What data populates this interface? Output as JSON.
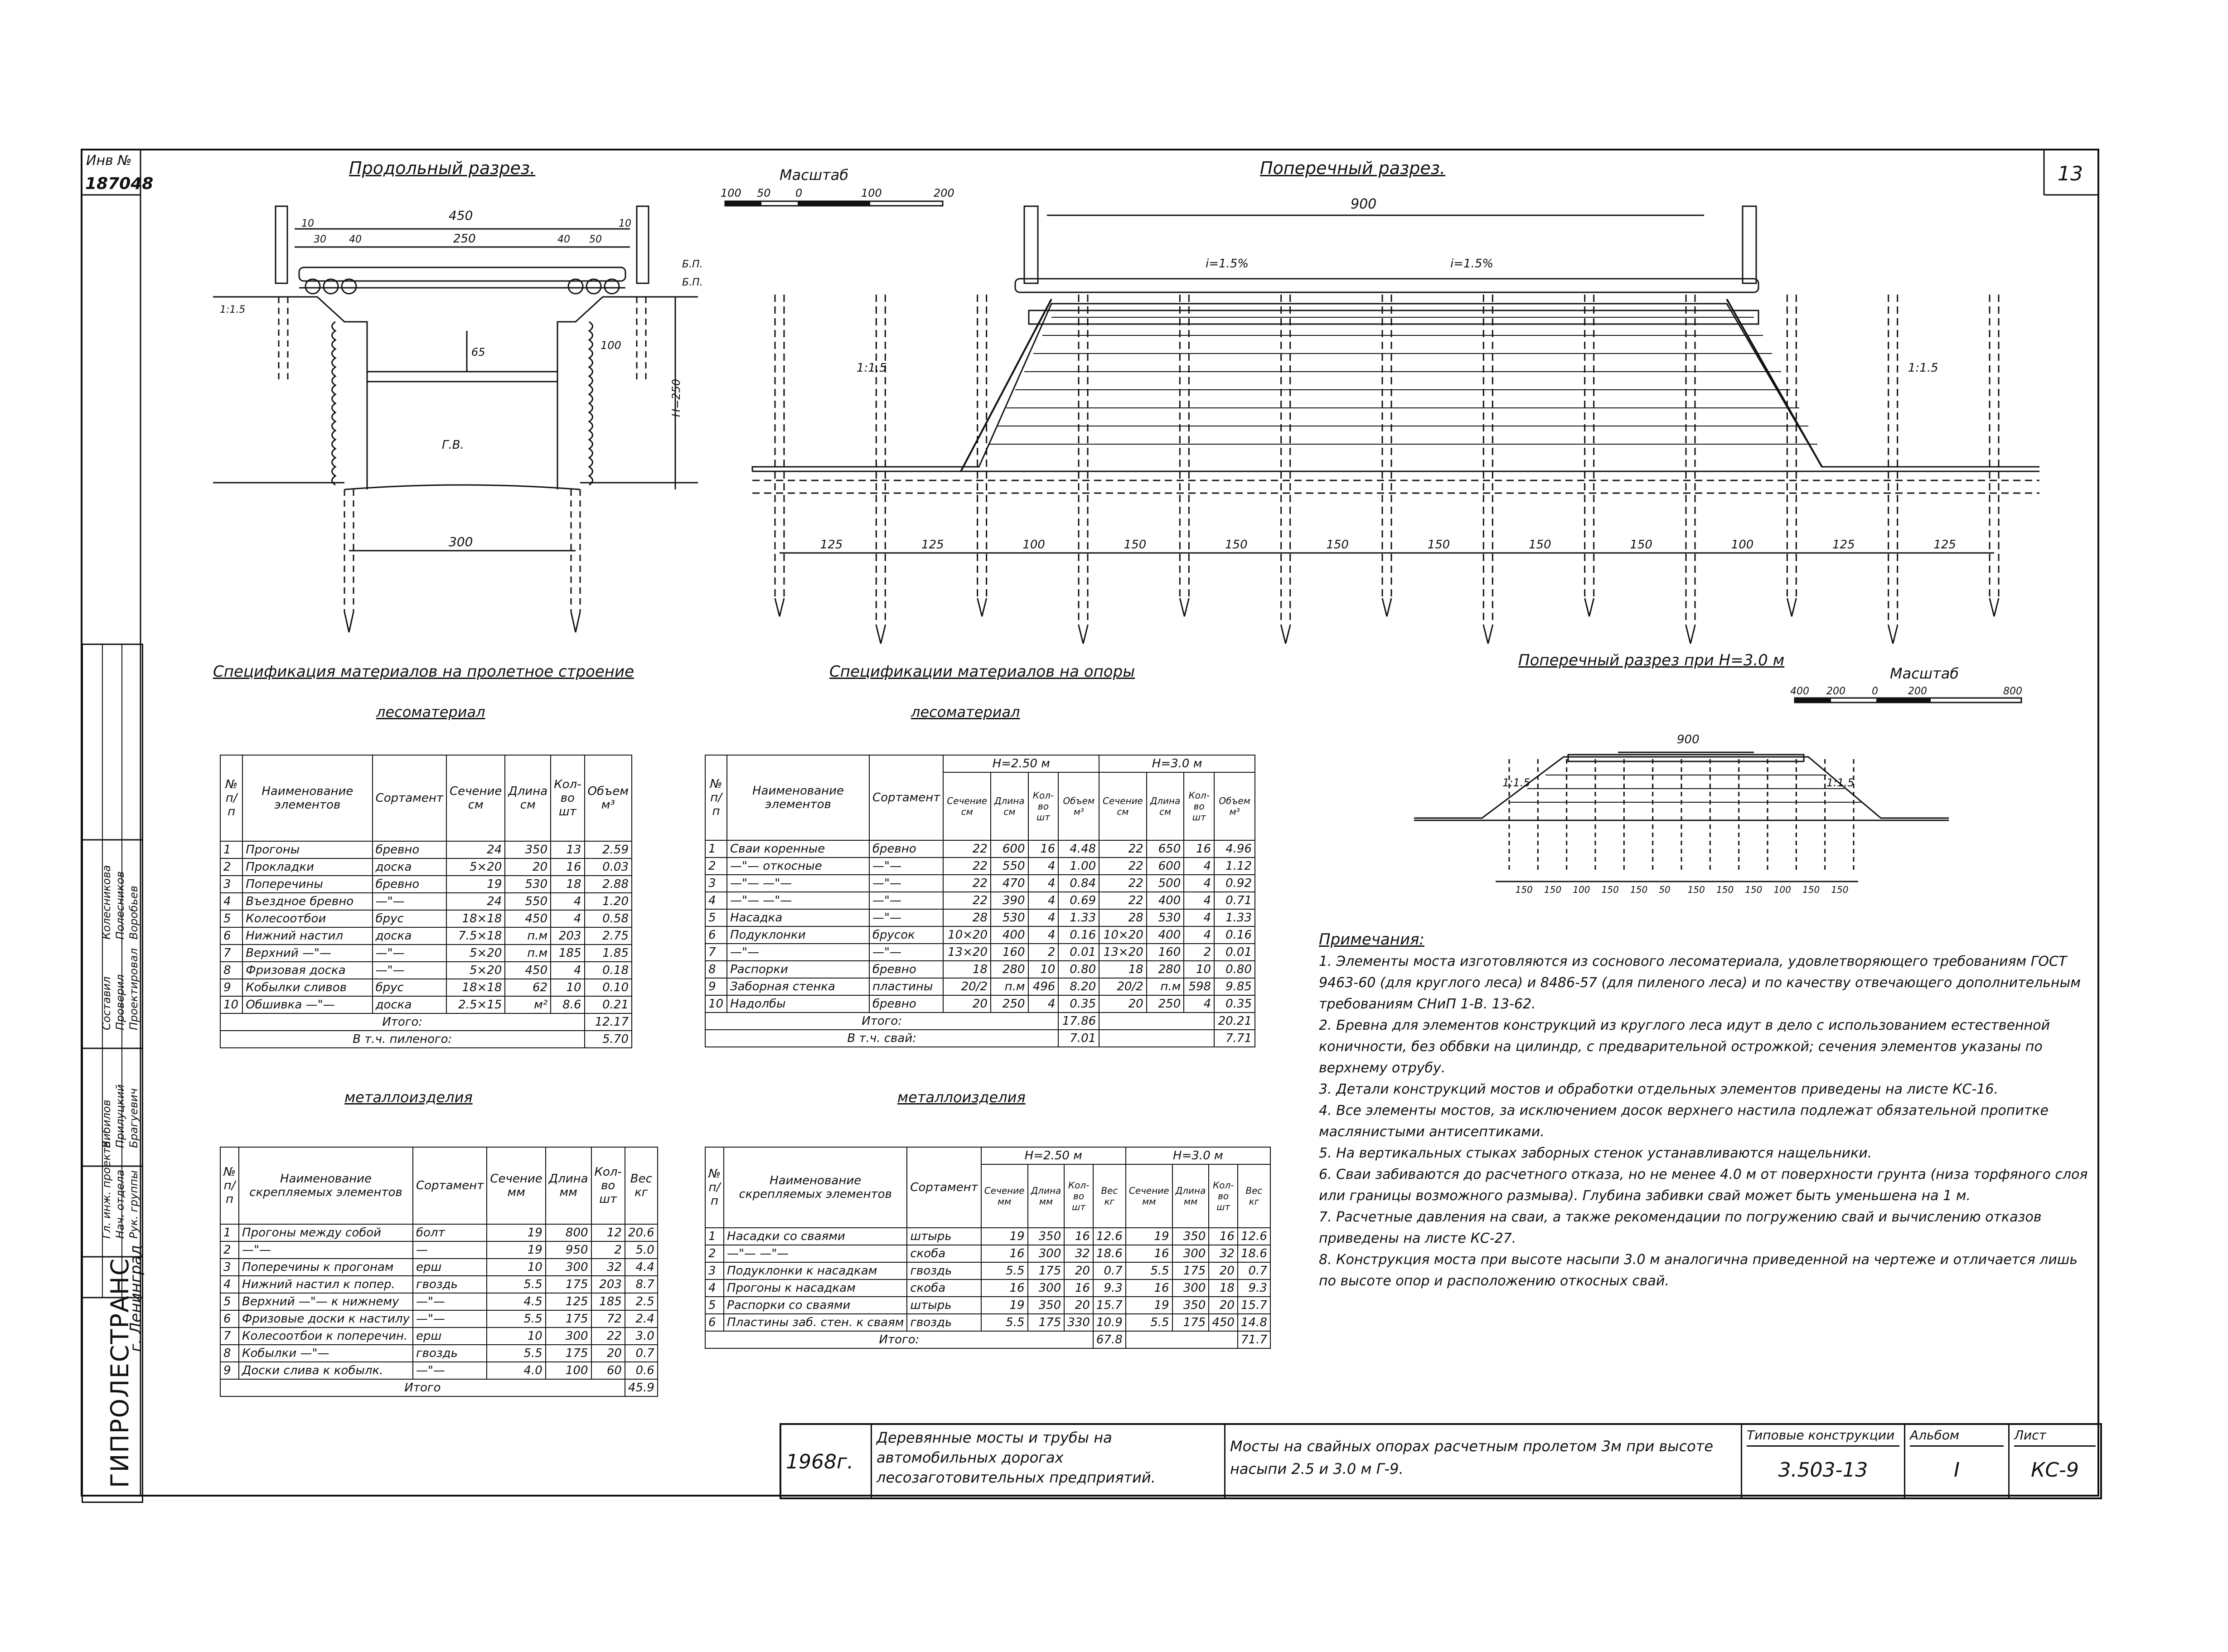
{
  "sheet": {
    "inv_label": "Инв №",
    "inv_number": "187048",
    "org": "ГИПРОЛЕСТРАНС",
    "city": "г. Ленинград",
    "corner_mark": "13",
    "stamp_roles": [
      "Рук. группы",
      "Нач. отдела",
      "Гл. инж. проекта",
      "Проектировал",
      "Проверил",
      "Составил"
    ],
    "stamp_names": [
      "Брагуевич",
      "Прилуцкий",
      "Вибилов",
      "Воробьев",
      "Полесников",
      "Колесникова"
    ]
  },
  "drawings": {
    "longitudinal": {
      "title": "Продольный разрез.",
      "dims": [
        "450",
        "10",
        "30",
        "40",
        "250",
        "40",
        "50",
        "10",
        "300",
        "65",
        "100",
        "H=250",
        "1:1.5",
        "Б.П.",
        "Б.П.",
        "Г.В."
      ]
    },
    "scale": {
      "title": "Масштаб",
      "ticks": [
        "100",
        "50",
        "0",
        "100",
        "200"
      ]
    },
    "cross": {
      "title": "Поперечный разрез.",
      "width": "900",
      "slopes": [
        "i=1.5%",
        "i=1.5%",
        "1:1.5",
        "1:1.5"
      ],
      "spacings": [
        "125",
        "125",
        "100",
        "150",
        "150",
        "150",
        "150",
        "150",
        "150",
        "100",
        "125",
        "125"
      ]
    },
    "cross3": {
      "title": "Поперечный разрез при H=3.0 м",
      "scale_title": "Масштаб",
      "scale_ticks": [
        "400",
        "200",
        "0",
        "200",
        "800"
      ],
      "width": "900",
      "slopes": [
        "1:1.5",
        "1:1.5"
      ],
      "spacings": [
        "150",
        "150",
        "100",
        "150",
        "150",
        "50",
        "150",
        "150",
        "150",
        "100",
        "150",
        "150"
      ]
    }
  },
  "spec_span": {
    "title": "Спецификация материалов на пролетное строение",
    "timber_title": "лесоматериал",
    "headers": [
      "№ п/п",
      "Наименование элементов",
      "Сортамент",
      "Сечение см",
      "Длина см",
      "Кол-во шт",
      "Объем м³"
    ],
    "rows": [
      [
        "1",
        "Прогоны",
        "бревно",
        "24",
        "350",
        "13",
        "2.59"
      ],
      [
        "2",
        "Прокладки",
        "доска",
        "5×20",
        "20",
        "16",
        "0.03"
      ],
      [
        "3",
        "Поперечины",
        "бревно",
        "19",
        "530",
        "18",
        "2.88"
      ],
      [
        "4",
        "Въездное бревно",
        "—\"—",
        "24",
        "550",
        "4",
        "1.20"
      ],
      [
        "5",
        "Колесоотбои",
        "брус",
        "18×18",
        "450",
        "4",
        "0.58"
      ],
      [
        "6",
        "Нижний настил",
        "доска",
        "7.5×18",
        "п.м",
        "203",
        "2.75"
      ],
      [
        "7",
        "Верхний —\"—",
        "—\"—",
        "5×20",
        "п.м",
        "185",
        "1.85"
      ],
      [
        "8",
        "Фризовая доска",
        "—\"—",
        "5×20",
        "450",
        "4",
        "0.18"
      ],
      [
        "9",
        "Кобылки сливов",
        "брус",
        "18×18",
        "62",
        "10",
        "0.10"
      ],
      [
        "10",
        "Обшивка —\"—",
        "доска",
        "2.5×15",
        "м²",
        "8.6",
        "0.21"
      ]
    ],
    "total_label": "Итого:",
    "total": "12.17",
    "sawn_label": "В т.ч. пиленого:",
    "sawn": "5.70",
    "metal_title": "металлоизделия",
    "metal_headers": [
      "№ п/п",
      "Наименование скрепляемых элементов",
      "Сортамент",
      "Сечение мм",
      "Длина мм",
      "Кол-во шт",
      "Вес кг"
    ],
    "metal_rows": [
      [
        "1",
        "Прогоны между собой",
        "болт",
        "19",
        "800",
        "12",
        "20.6"
      ],
      [
        "2",
        "—\"—",
        "—",
        "19",
        "950",
        "2",
        "5.0"
      ],
      [
        "3",
        "Поперечины к прогонам",
        "ерш",
        "10",
        "300",
        "32",
        "4.4"
      ],
      [
        "4",
        "Нижний настил к попер.",
        "гвоздь",
        "5.5",
        "175",
        "203",
        "8.7"
      ],
      [
        "5",
        "Верхний —\"— к нижнему",
        "—\"—",
        "4.5",
        "125",
        "185",
        "2.5"
      ],
      [
        "6",
        "Фризовые доски к настилу",
        "—\"—",
        "5.5",
        "175",
        "72",
        "2.4"
      ],
      [
        "7",
        "Колесоотбои к поперечин.",
        "ерш",
        "10",
        "300",
        "22",
        "3.0"
      ],
      [
        "8",
        "Кобылки —\"—",
        "гвоздь",
        "5.5",
        "175",
        "20",
        "0.7"
      ],
      [
        "9",
        "Доски слива к кобылк.",
        "—\"—",
        "4.0",
        "100",
        "60",
        "0.6"
      ]
    ],
    "metal_total_label": "Итого",
    "metal_total": "45.9"
  },
  "spec_pier": {
    "title": "Спецификации материалов на опоры",
    "timber_title": "лесоматериал",
    "group1": "H=2.50 м",
    "group2": "H=3.0 м",
    "headers": [
      "№ п/п",
      "Наименование элементов",
      "Сортамент",
      "Сечение см",
      "Длина см",
      "Кол-во шт",
      "Объем м³",
      "Сечение см",
      "Длина см",
      "Кол-во шт",
      "Объем м³"
    ],
    "rows": [
      [
        "1",
        "Сваи коренные",
        "бревно",
        "22",
        "600",
        "16",
        "4.48",
        "22",
        "650",
        "16",
        "4.96"
      ],
      [
        "2",
        "—\"— откосные",
        "—\"—",
        "22",
        "550",
        "4",
        "1.00",
        "22",
        "600",
        "4",
        "1.12"
      ],
      [
        "3",
        "—\"— —\"—",
        "—\"—",
        "22",
        "470",
        "4",
        "0.84",
        "22",
        "500",
        "4",
        "0.92"
      ],
      [
        "4",
        "—\"— —\"—",
        "—\"—",
        "22",
        "390",
        "4",
        "0.69",
        "22",
        "400",
        "4",
        "0.71"
      ],
      [
        "5",
        "Насадка",
        "—\"—",
        "28",
        "530",
        "4",
        "1.33",
        "28",
        "530",
        "4",
        "1.33"
      ],
      [
        "6",
        "Подуклонки",
        "брусок",
        "10×20",
        "400",
        "4",
        "0.16",
        "10×20",
        "400",
        "4",
        "0.16"
      ],
      [
        "7",
        "—\"—",
        "—\"—",
        "13×20",
        "160",
        "2",
        "0.01",
        "13×20",
        "160",
        "2",
        "0.01"
      ],
      [
        "8",
        "Распорки",
        "бревно",
        "18",
        "280",
        "10",
        "0.80",
        "18",
        "280",
        "10",
        "0.80"
      ],
      [
        "9",
        "Заборная стенка",
        "пластины",
        "20/2",
        "п.м",
        "496",
        "8.20",
        "20/2",
        "п.м",
        "598",
        "9.85"
      ],
      [
        "10",
        "Надолбы",
        "бревно",
        "20",
        "250",
        "4",
        "0.35",
        "20",
        "250",
        "4",
        "0.35"
      ]
    ],
    "total_label": "Итого:",
    "total1": "17.86",
    "total2": "20.21",
    "piles_label": "В т.ч. свай:",
    "piles1": "7.01",
    "piles2": "7.71",
    "metal_title": "металлоизделия",
    "metal_headers": [
      "№ п/п",
      "Наименование скрепляемых элементов",
      "Сортамент",
      "Сечение мм",
      "Длина мм",
      "Кол-во шт",
      "Вес кг",
      "Сечение мм",
      "Длина мм",
      "Кол-во шт",
      "Вес кг"
    ],
    "metal_rows": [
      [
        "1",
        "Насадки со сваями",
        "штырь",
        "19",
        "350",
        "16",
        "12.6",
        "19",
        "350",
        "16",
        "12.6"
      ],
      [
        "2",
        "—\"— —\"—",
        "скоба",
        "16",
        "300",
        "32",
        "18.6",
        "16",
        "300",
        "32",
        "18.6"
      ],
      [
        "3",
        "Подуклонки к насадкам",
        "гвоздь",
        "5.5",
        "175",
        "20",
        "0.7",
        "5.5",
        "175",
        "20",
        "0.7"
      ],
      [
        "4",
        "Прогоны к насадкам",
        "скоба",
        "16",
        "300",
        "16",
        "9.3",
        "16",
        "300",
        "18",
        "9.3"
      ],
      [
        "5",
        "Распорки со сваями",
        "штырь",
        "19",
        "350",
        "20",
        "15.7",
        "19",
        "350",
        "20",
        "15.7"
      ],
      [
        "6",
        "Пластины заб. стен. к сваям",
        "гвоздь",
        "5.5",
        "175",
        "330",
        "10.9",
        "5.5",
        "175",
        "450",
        "14.8"
      ]
    ],
    "metal_total_label": "Итого:",
    "metal_total1": "67.8",
    "metal_total2": "71.7"
  },
  "notes": {
    "title": "Примечания:",
    "items": [
      "1. Элементы моста изготовляются из соснового лесоматериала, удовлетворяющего требованиям ГОСТ 9463-60 (для круглого леса) и 8486-57 (для пиленого леса) и по качеству отвечающего дополнительным требованиям СНиП 1-В. 13-62.",
      "2. Бревна для элементов конструкций из круглого леса идут в дело с использованием естественной коничности, без оббвки на цилиндр, с предварительной острожкой; сечения элементов указаны по верхнему отрубу.",
      "3. Детали конструкций мостов и обработки отдельных элементов приведены на листе КС-16.",
      "4. Все элементы мостов, за исключением досок верхнего настила подлежат обязательной пропитке маслянистыми антисептиками.",
      "5. На вертикальных стыках заборных стенок устанавливаются нащельники.",
      "6. Сваи забиваются до расчетного отказа, но не менее 4.0 м от поверхности грунта (низа торфяного слоя или границы возможного размыва). Глубина забивки свай может быть уменьшена на 1 м.",
      "7. Расчетные давления на сваи, а также рекомендации по погружению свай и вычислению отказов приведены на листе КС-27.",
      "8. Конструкция моста при высоте насыпи 3.0 м аналогична приведенной на чертеже и отличается лишь по высоте опор и расположению откосных свай."
    ]
  },
  "title_block": {
    "year": "1968г.",
    "series_title": "Деревянные мосты и трубы на автомобильных дорогах лесозаготовительных предприятий.",
    "sheet_title": "Мосты на свайных опорах расчетным пролетом 3м при высоте насыпи 2.5 и 3.0 м Г-9.",
    "typical_label": "Типовые конструкции",
    "typical_value": "3.503-13",
    "album_label": "Альбом",
    "album_value": "I",
    "sheet_label": "Лист",
    "sheet_value": "КС-9"
  }
}
